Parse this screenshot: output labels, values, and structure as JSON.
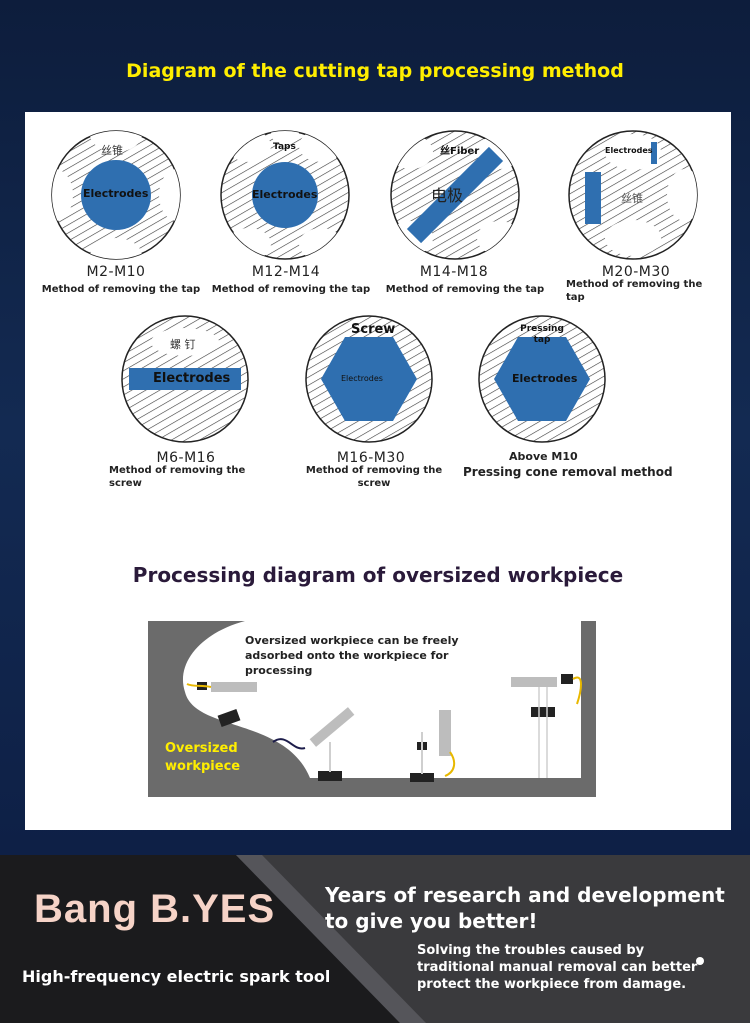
{
  "header": {
    "title": "Diagram of the cutting tap processing method"
  },
  "diagrams": [
    {
      "label": "丝锥",
      "electrode": "Electrodes",
      "size": "M2-M10",
      "method": "Method of removing the tap"
    },
    {
      "label": "Taps",
      "electrode": "Electrodes",
      "size": "M12-M14",
      "method": "Method of removing the tap"
    },
    {
      "label": "丝Fiber",
      "electrode": "电极",
      "size": "M14-M18",
      "method": "Method of removing the tap"
    },
    {
      "label": "Electrodes",
      "electrode": "丝锥",
      "size": "M20-M30",
      "method": "Method of removing the tap"
    },
    {
      "label": "螺 钉",
      "electrode": "Electrodes",
      "size": "M6-M16",
      "method": "Method of removing the screw"
    },
    {
      "label": "Screw",
      "electrode": "Electrodes",
      "size": "M16-M30",
      "method": "Method of removing the screw"
    },
    {
      "label": "Pressing tap",
      "electrode": "Electrodes",
      "size": "Above M10",
      "method": "Pressing cone removal method"
    }
  ],
  "oversized": {
    "title": "Processing diagram of oversized workpiece",
    "note": "Oversized workpiece can be freely adsorbed onto the workpiece for processing",
    "workpiece_label": "Oversized workpiece"
  },
  "footer": {
    "brand": "Bang B.YES",
    "subtitle": "High-frequency electric spark tool",
    "slogan": "Years of research and development to give you better!",
    "description": "Solving the troubles caused by traditional manual removal can better protect the workpiece from damage."
  },
  "colors": {
    "background": "#0f2040",
    "title": "#ffee00",
    "electrode": "#2f6fb0",
    "workpiece_label": "#ffee00",
    "footer": "#1b1b1d",
    "brand": "#f6d3c7"
  }
}
